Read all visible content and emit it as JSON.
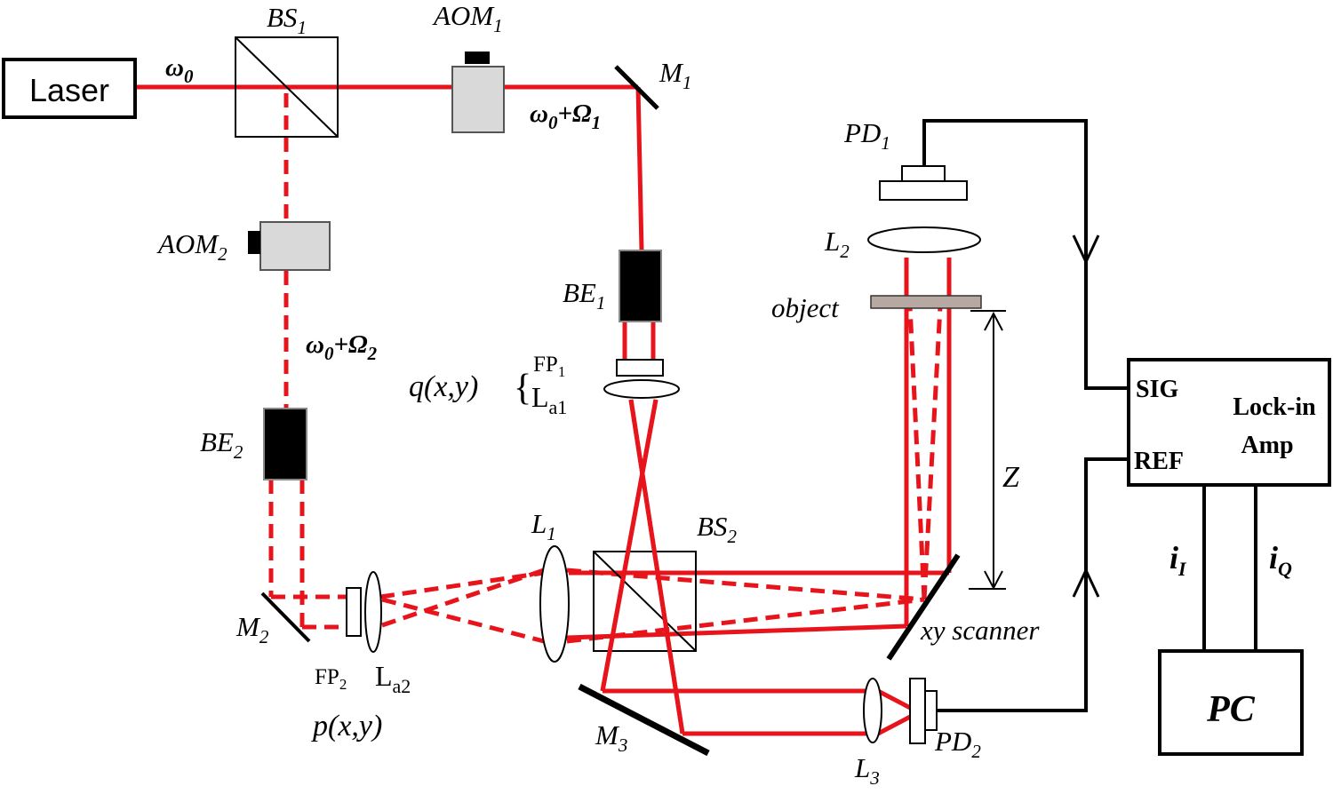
{
  "labels": {
    "laser": "Laser",
    "bs1": "BS",
    "bs1_sub": "1",
    "aom1": "AOM",
    "aom1_sub": "1",
    "m1": "M",
    "m1_sub": "1",
    "omega0": "ω",
    "omega0_sub": "0",
    "freq1_a": "ω",
    "freq1_a_sub": "0",
    "freq1_b": "+Ω",
    "freq1_b_sub": "1",
    "aom2": "AOM",
    "aom2_sub": "2",
    "freq2_a": "ω",
    "freq2_a_sub": "0",
    "freq2_b": "+Ω",
    "freq2_b_sub": "2",
    "be1": "BE",
    "be1_sub": "1",
    "be2": "BE",
    "be2_sub": "2",
    "q": "q(x,y)",
    "fp1": "FP",
    "fp1_sub": "1",
    "la1": "L",
    "la1_sub": "a1",
    "pd1": "PD",
    "pd1_sub": "1",
    "l2": "L",
    "l2_sub": "2",
    "object": "object",
    "z": "Z",
    "l1": "L",
    "l1_sub": "1",
    "bs2": "BS",
    "bs2_sub": "2",
    "m2": "M",
    "m2_sub": "2",
    "fp2": "FP",
    "fp2_sub": "2",
    "la2": "L",
    "la2_sub": "a2",
    "p": "p(x,y)",
    "m3": "M",
    "m3_sub": "3",
    "l3": "L",
    "l3_sub": "3",
    "pd2": "PD",
    "pd2_sub": "2",
    "xy_scanner": "xy scanner",
    "sig": "SIG",
    "ref": "REF",
    "lockin_1": "Lock-in",
    "lockin_2": "Amp",
    "i_i": "i",
    "i_i_sub": "I",
    "i_q": "i",
    "i_q_sub": "Q",
    "pc": "PC"
  },
  "colors": {
    "beam": "#e8141b",
    "aom_body": "#d9d9d9",
    "object": "#b8a8a2"
  }
}
